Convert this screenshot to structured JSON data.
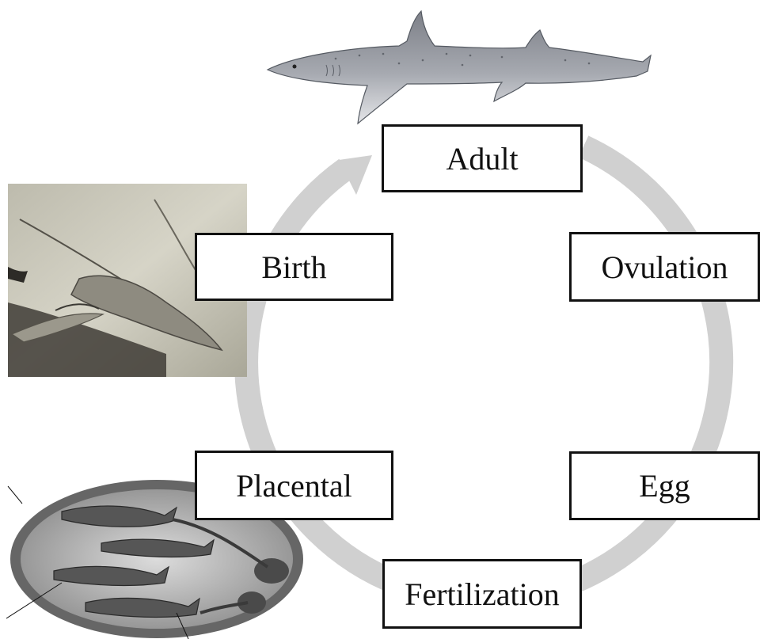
{
  "diagram": {
    "stages": {
      "adult": "Adult",
      "ovulation": "Ovulation",
      "egg": "Egg",
      "fertilization": "Fertilization",
      "placental": "Placental",
      "birth": "Birth"
    },
    "colors": {
      "cycle_ring": "#d0d0d0",
      "box_border": "#111111",
      "box_fill": "#ffffff",
      "text": "#111111"
    }
  }
}
